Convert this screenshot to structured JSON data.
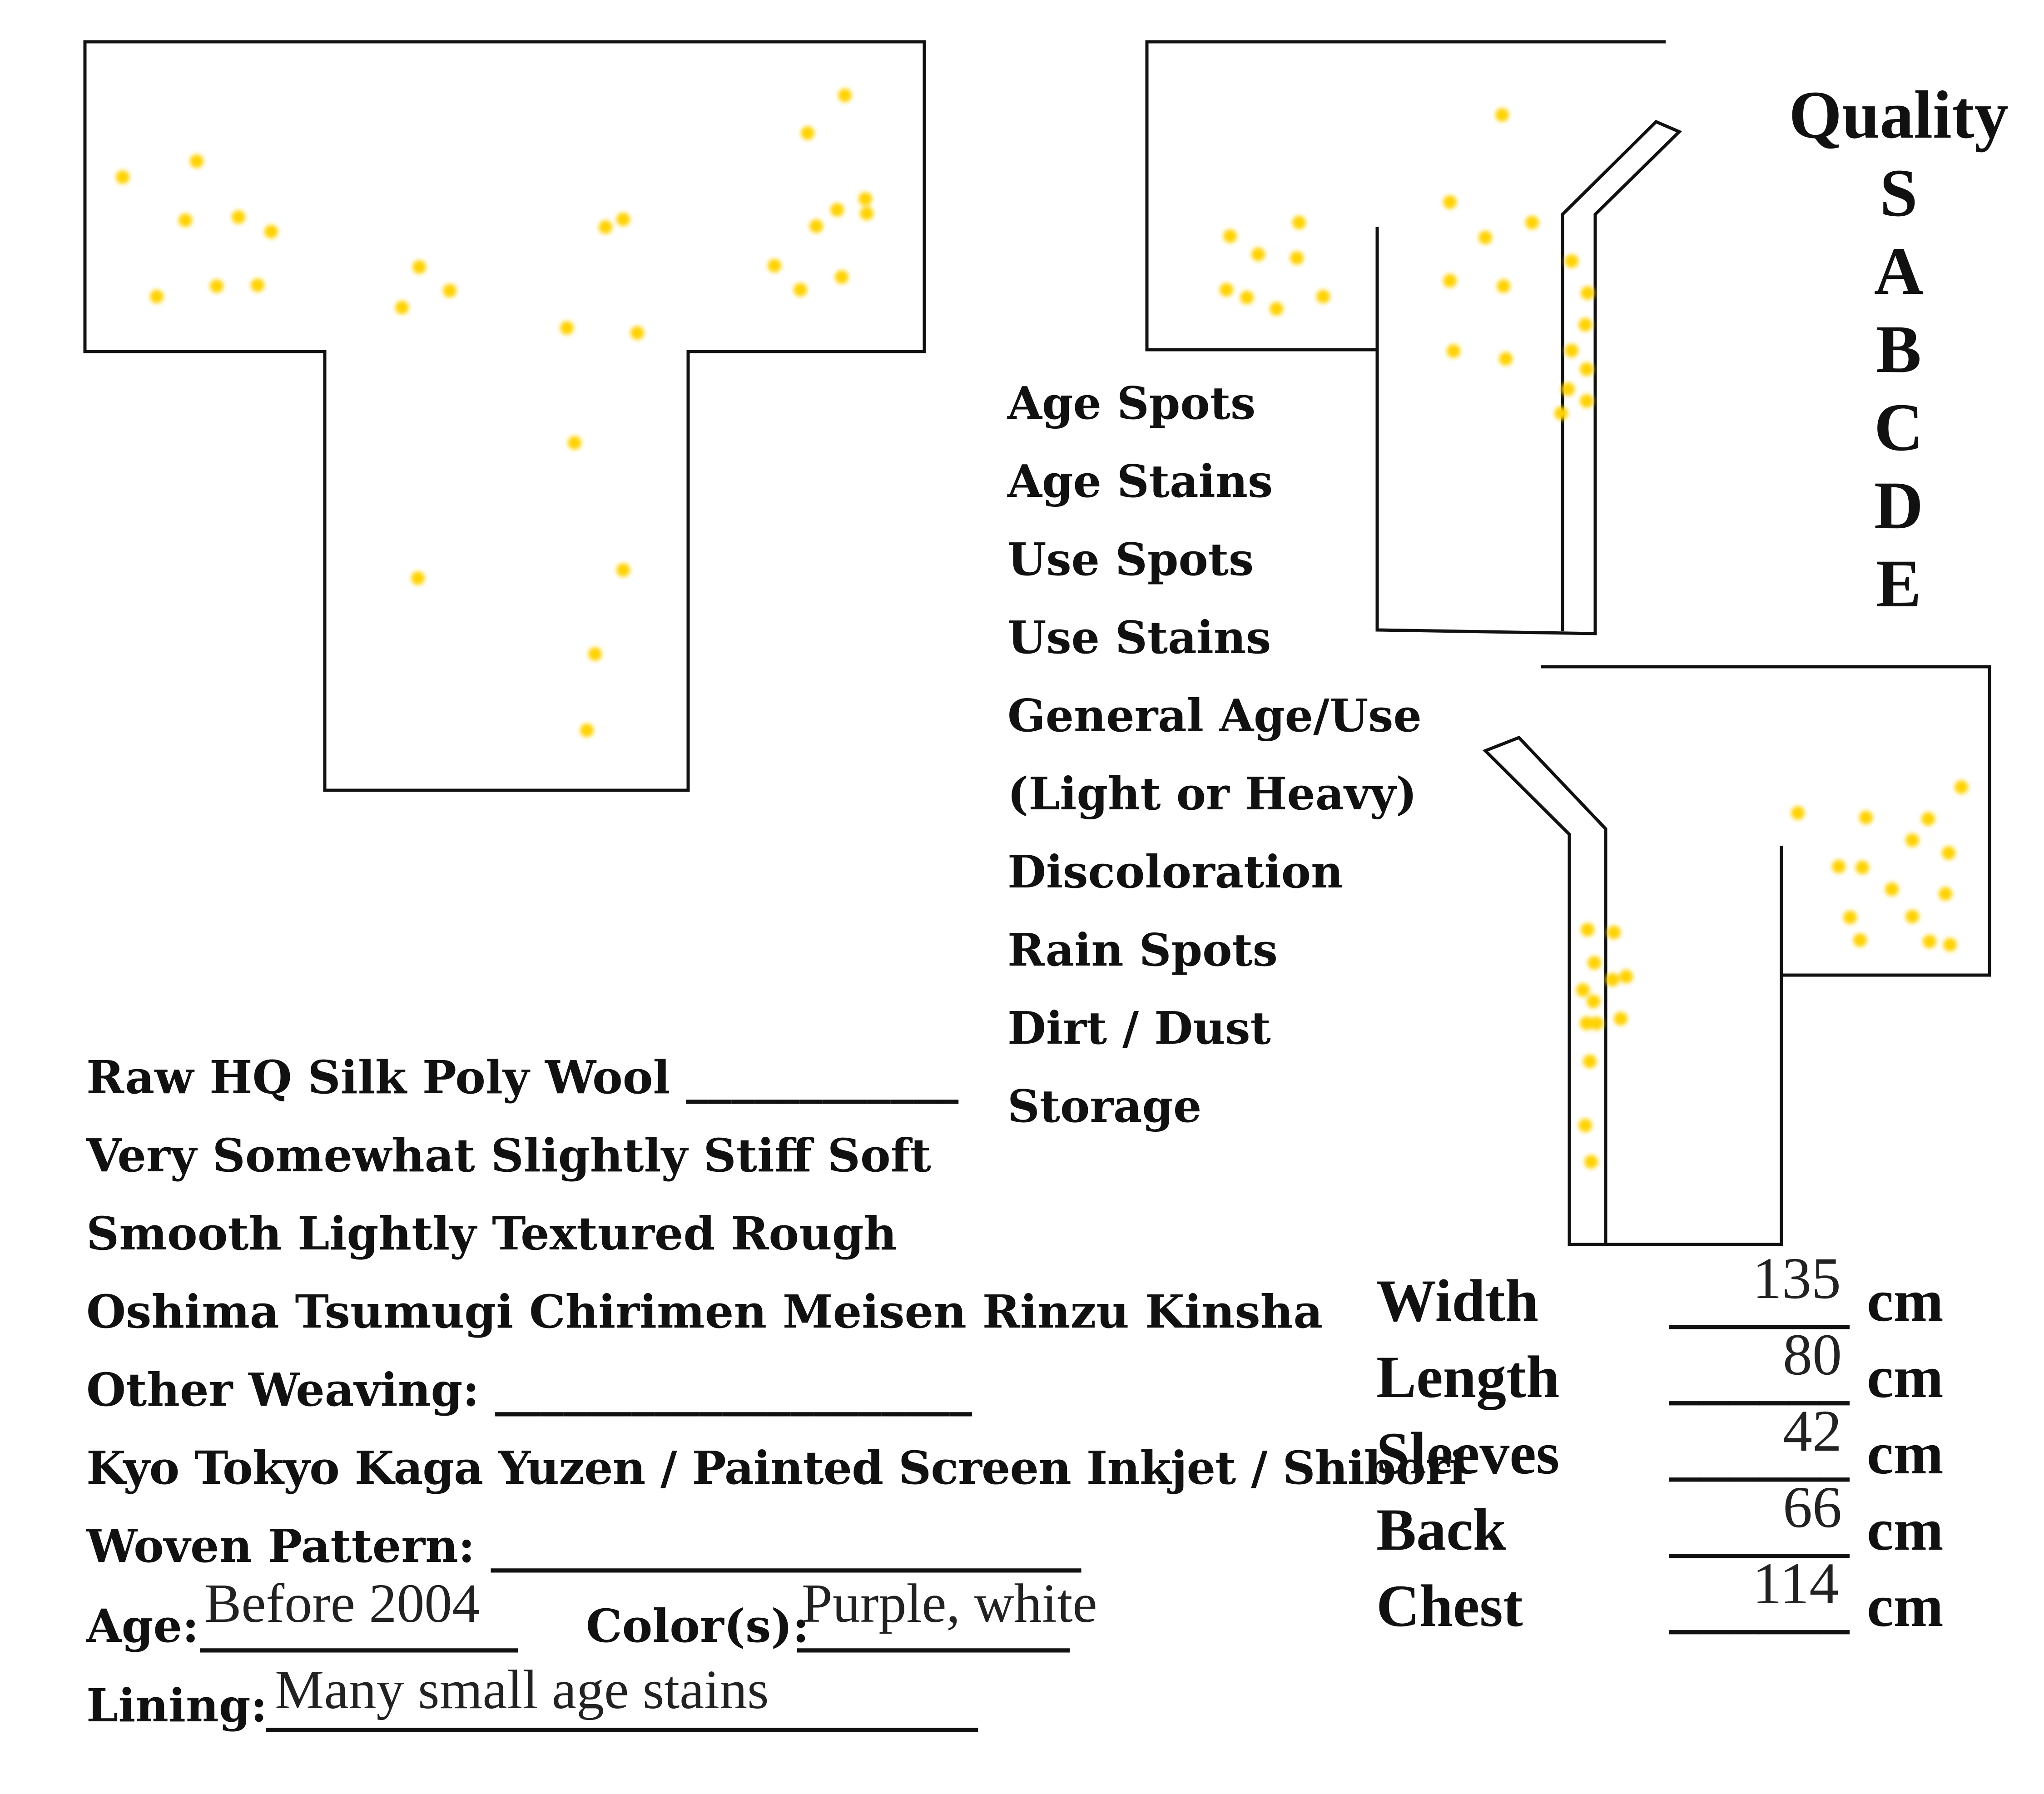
{
  "quality": {
    "title": "Quality",
    "grades": [
      "S",
      "A",
      "B",
      "C",
      "D",
      "E"
    ],
    "selected_grade": "B",
    "highlight_color": "#ffd200"
  },
  "condition_list": {
    "items": [
      "Age Spots",
      "Age Stains",
      "Use Spots",
      "Use Stains",
      "General Age/Use",
      "(Light or Heavy)",
      "Discoloration",
      "Rain Spots",
      "Dirt / Dust",
      "Storage"
    ],
    "highlighted": "Age Spots"
  },
  "attributes": {
    "material": {
      "pre": "Raw HQ ",
      "selected": "Silk",
      "post": " Poly Wool ____________"
    },
    "stiffness": {
      "pre": "Very Somewhat Slightly Stiff ",
      "selected": "Soft",
      "post": ""
    },
    "texture": {
      "pre": "Smooth Lightly ",
      "selected": "Textured",
      "post": " Rough"
    },
    "weave_types": "Oshima Tsumugi Chirimen Meisen Rinzu Kinsha",
    "other_weaving": "Other Weaving: _____________________",
    "dye_method": {
      "pre": "Kyo Tokyo Kaga Yuzen / Painted Screen Inkjet /",
      "selected": "Shibori",
      "post": ""
    },
    "woven_pattern": "Woven Pattern: __________________________",
    "age_label": "Age:",
    "age_blank": "______________",
    "age_value": "Before 2004",
    "color_label": "Color(s):",
    "color_blank": "____________",
    "color_value": "Purple, white",
    "lining_label": "Lining:",
    "lining_blank": "__________________________________",
    "lining_value": "Many small age stains"
  },
  "measurements": {
    "blank": "______",
    "unit": "cm",
    "rows": [
      {
        "label": "Width",
        "value": "135"
      },
      {
        "label": "Length",
        "value": "80"
      },
      {
        "label": "Sleeves",
        "value": "42"
      },
      {
        "label": "Back",
        "value": "66"
      },
      {
        "label": "Chest",
        "value": "114"
      }
    ]
  },
  "diagram": {
    "outline_color": "#111111",
    "spot_color": "#ffd200"
  }
}
